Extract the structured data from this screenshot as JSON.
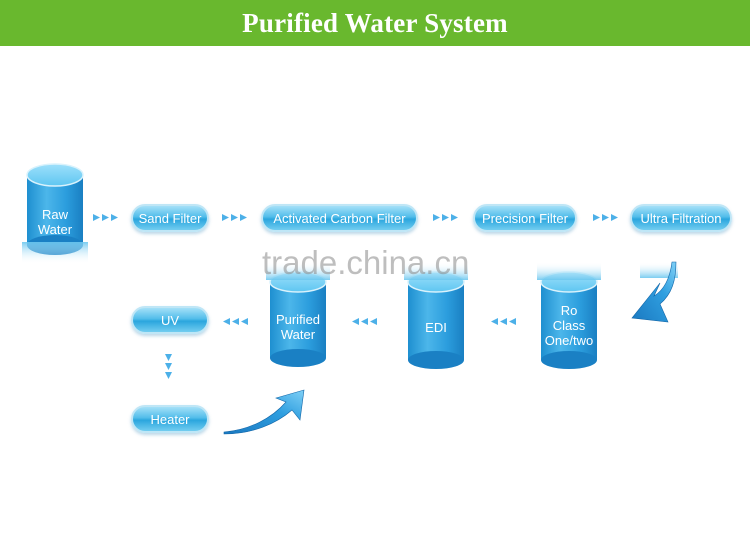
{
  "title": "Purified Water System",
  "watermark": "trade.china.cn",
  "colors": {
    "banner": "#69b82e",
    "accent": "#2ba6de"
  },
  "nodes": {
    "raw_water": [
      "Raw",
      "Water"
    ],
    "sand_filter": "Sand Filter",
    "activated_carbon_filter": "Activated Carbon Filter",
    "precision_filter": "Precision Filter",
    "ultra_filtration": "Ultra Filtration",
    "ro": [
      "Ro",
      "Class",
      "One/two"
    ],
    "edi": "EDI",
    "purified_water": [
      "Purified",
      "Water"
    ],
    "uv": "UV",
    "heater": "Heater"
  }
}
